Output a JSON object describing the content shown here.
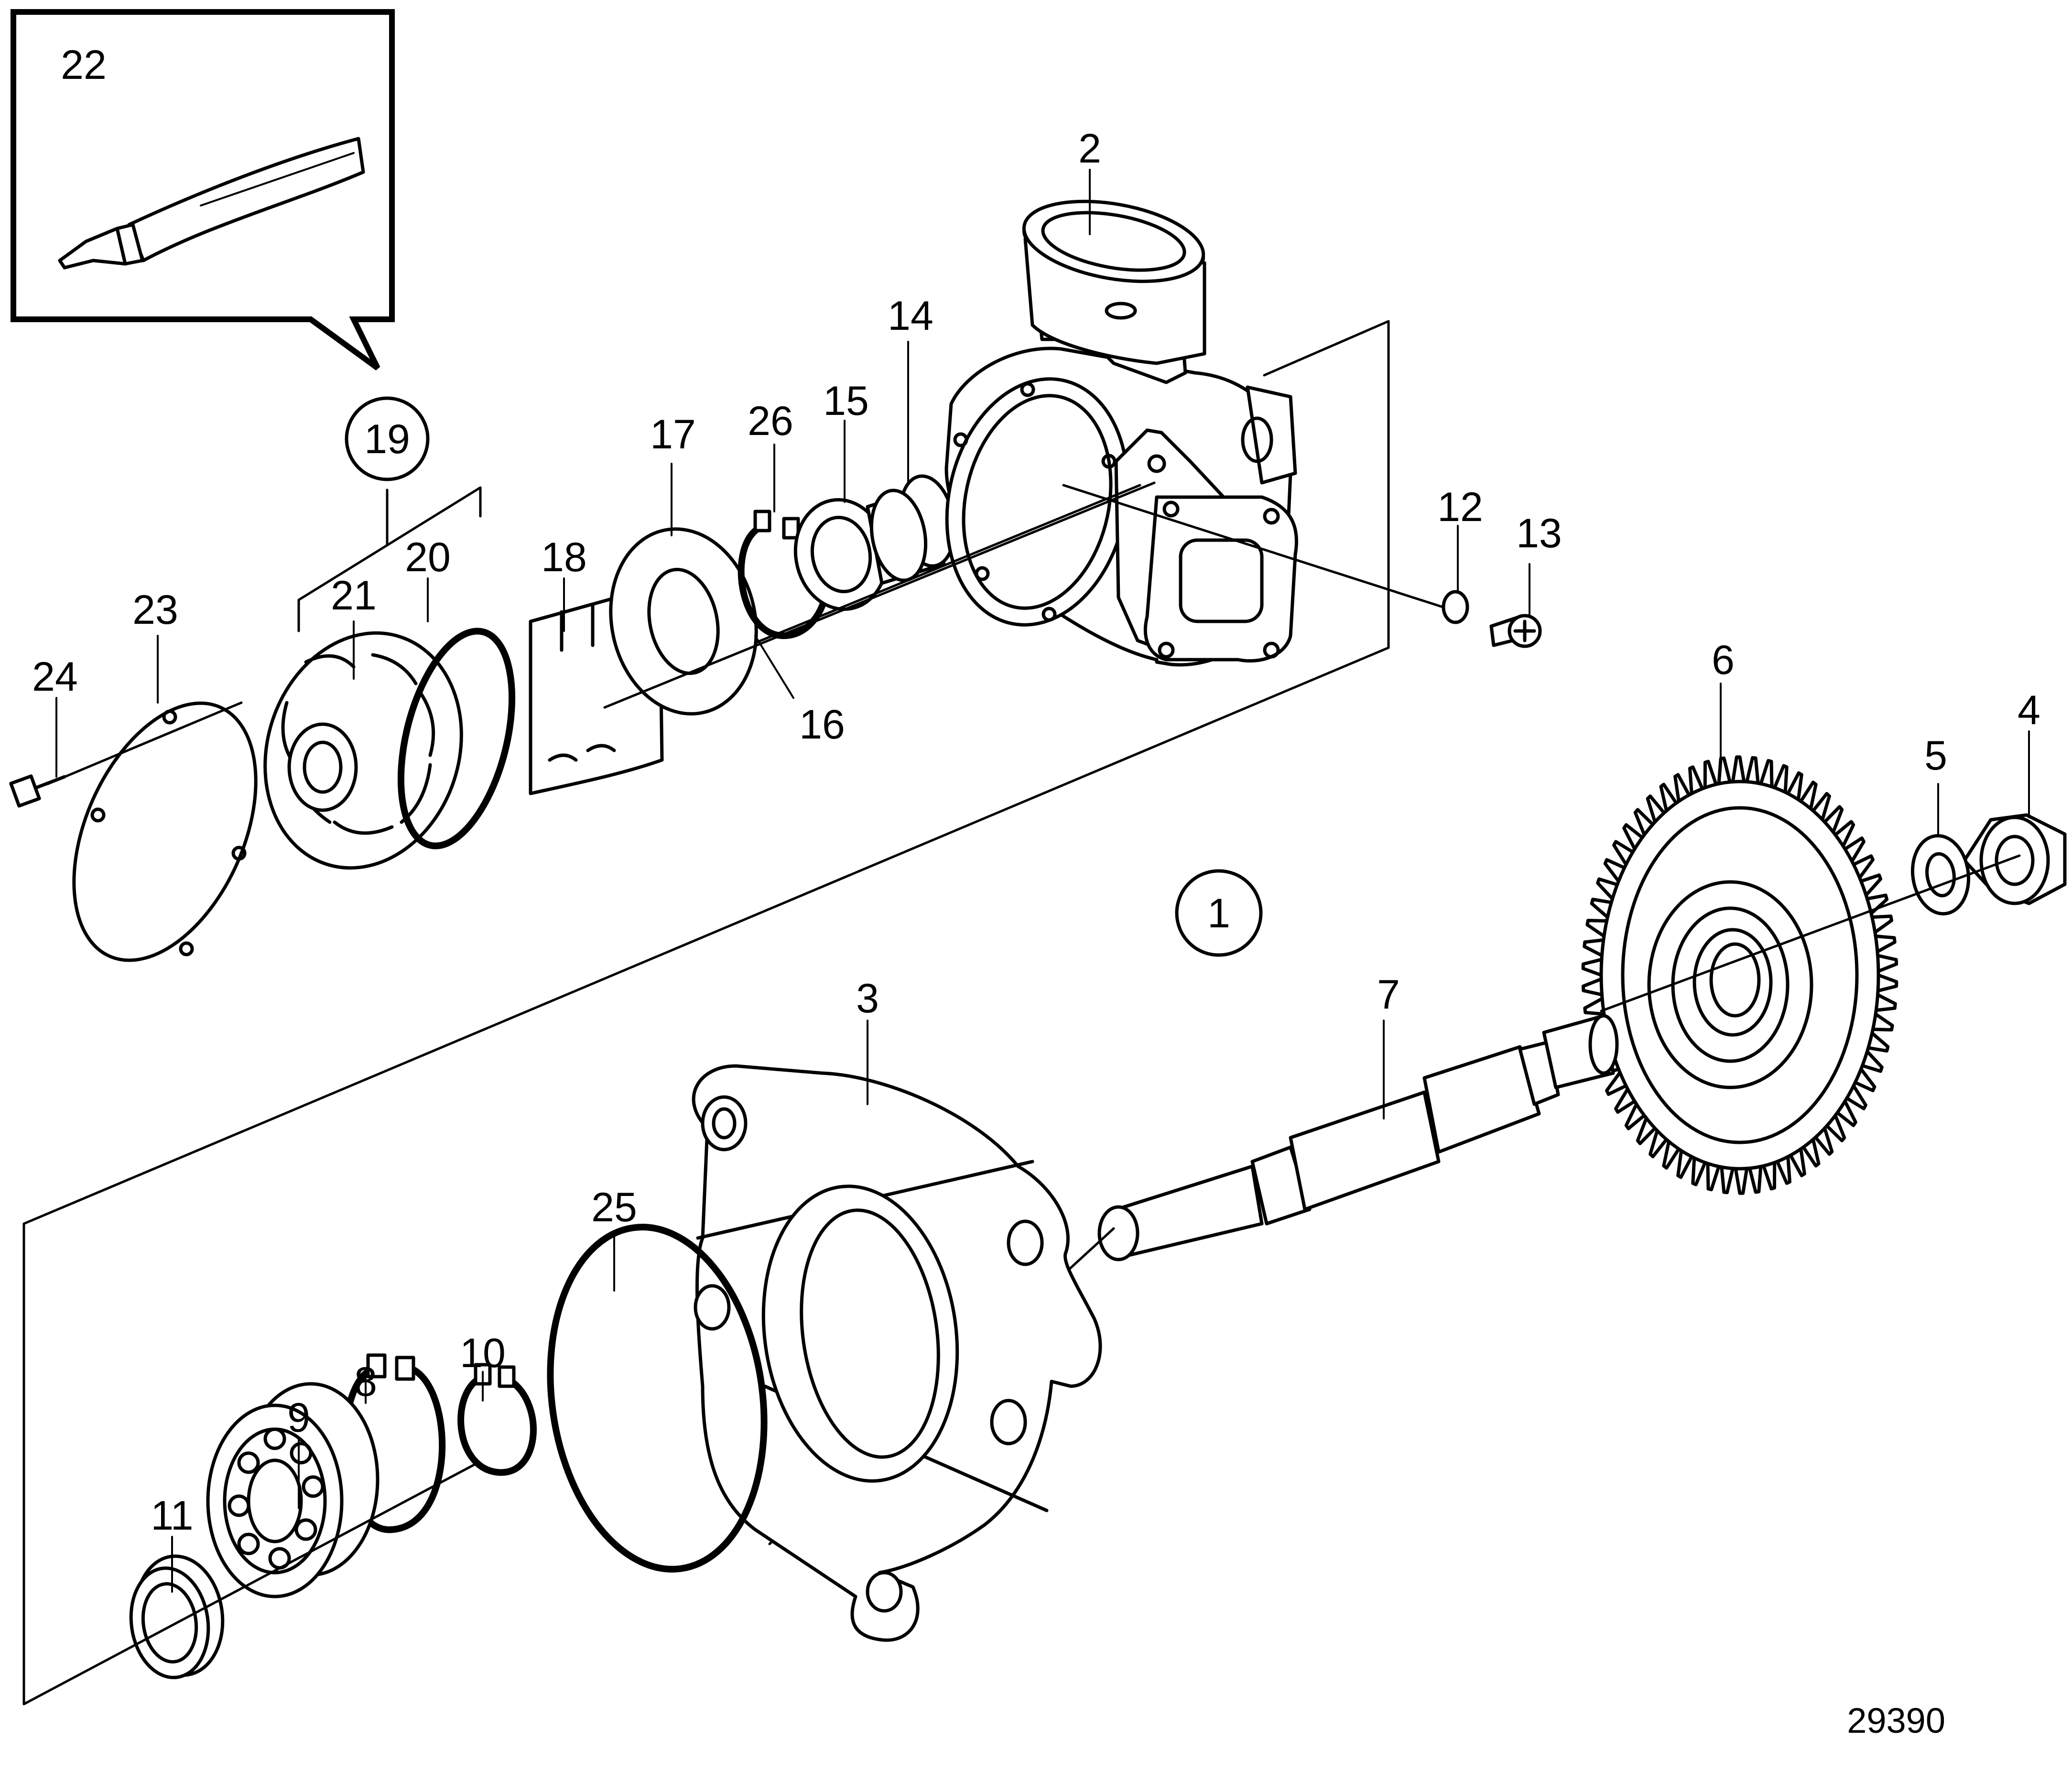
{
  "drawing_number": "29390",
  "callouts": {
    "c1": "1",
    "c2": "2",
    "c3": "3",
    "c4": "4",
    "c5": "5",
    "c6": "6",
    "c7": "7",
    "c8": "8",
    "c9": "9",
    "c10": "10",
    "c11": "11",
    "c12": "12",
    "c13": "13",
    "c14": "14",
    "c15": "15",
    "c16": "16",
    "c17": "17",
    "c18": "18",
    "c19": "19",
    "c20": "20",
    "c21": "21",
    "c22": "22",
    "c23": "23",
    "c24": "24",
    "c25": "25",
    "c26": "26"
  }
}
